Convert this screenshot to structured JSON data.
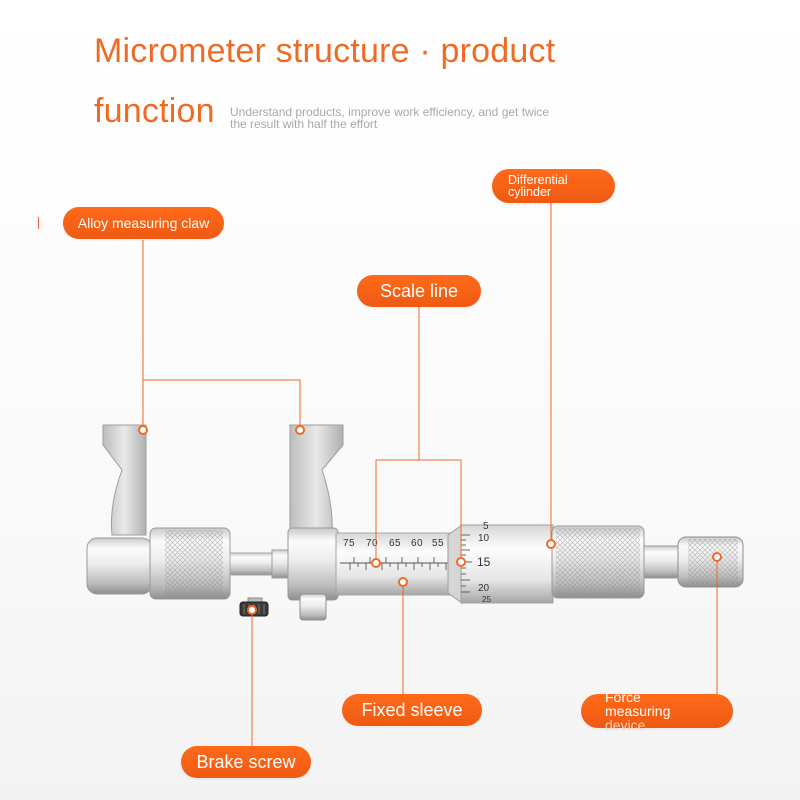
{
  "heading": {
    "line1": "Micrometer structure · product",
    "line2": "function",
    "subtitle": "Understand products, improve work efficiency, and get twice the result with half the effort"
  },
  "labels": {
    "claw": "Alloy measuring claw",
    "differential_line1": "Differential",
    "differential_line2": "cylinder",
    "scale": "Scale line",
    "sleeve": "Fixed sleeve",
    "force_line1": "Force",
    "force_line2": "measuring",
    "force_line3": "device",
    "brake": "Brake screw"
  },
  "scale_numbers": {
    "sleeve": [
      "75",
      "70",
      "65",
      "60",
      "55"
    ],
    "thimble": [
      "5",
      "10",
      "15",
      "20",
      "25"
    ]
  },
  "colors": {
    "accent": "#f06a24",
    "pill": "#ee5a12",
    "metal_light": "#f4f4f4",
    "metal_dark": "#9a9a9a"
  }
}
